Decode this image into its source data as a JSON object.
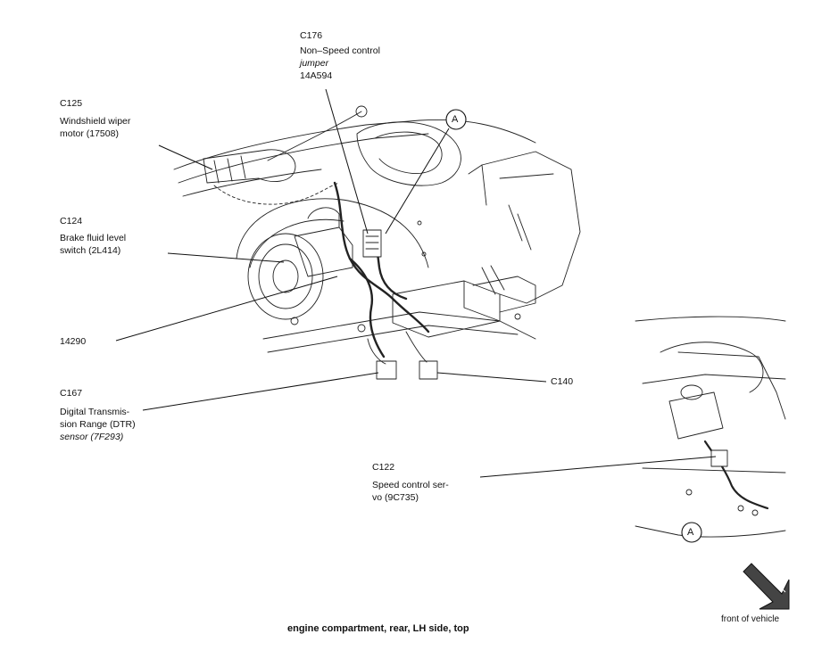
{
  "labels": {
    "c176": {
      "code": "C176",
      "line1": "Non–Speed control",
      "line2": "jumper",
      "line3": "14A594"
    },
    "c125": {
      "code": "C125",
      "line1": "Windshield wiper",
      "line2": "motor (17508)"
    },
    "c124": {
      "code": "C124",
      "line1": "Brake fluid level",
      "line2": "switch (2L414)"
    },
    "w14290": {
      "code": "14290"
    },
    "c167": {
      "code": "C167",
      "line1": "Digital Transmis-",
      "line2": "sion Range (DTR)",
      "line3": "sensor (7F293)"
    },
    "c140": {
      "code": "C140"
    },
    "c122": {
      "code": "C122",
      "line1": "Speed control ser-",
      "line2": "vo (9C735)"
    }
  },
  "callout_markers": {
    "main": "A",
    "inset": "A"
  },
  "caption": "engine compartment, rear, LH side, top",
  "direction_label": "front of vehicle"
}
